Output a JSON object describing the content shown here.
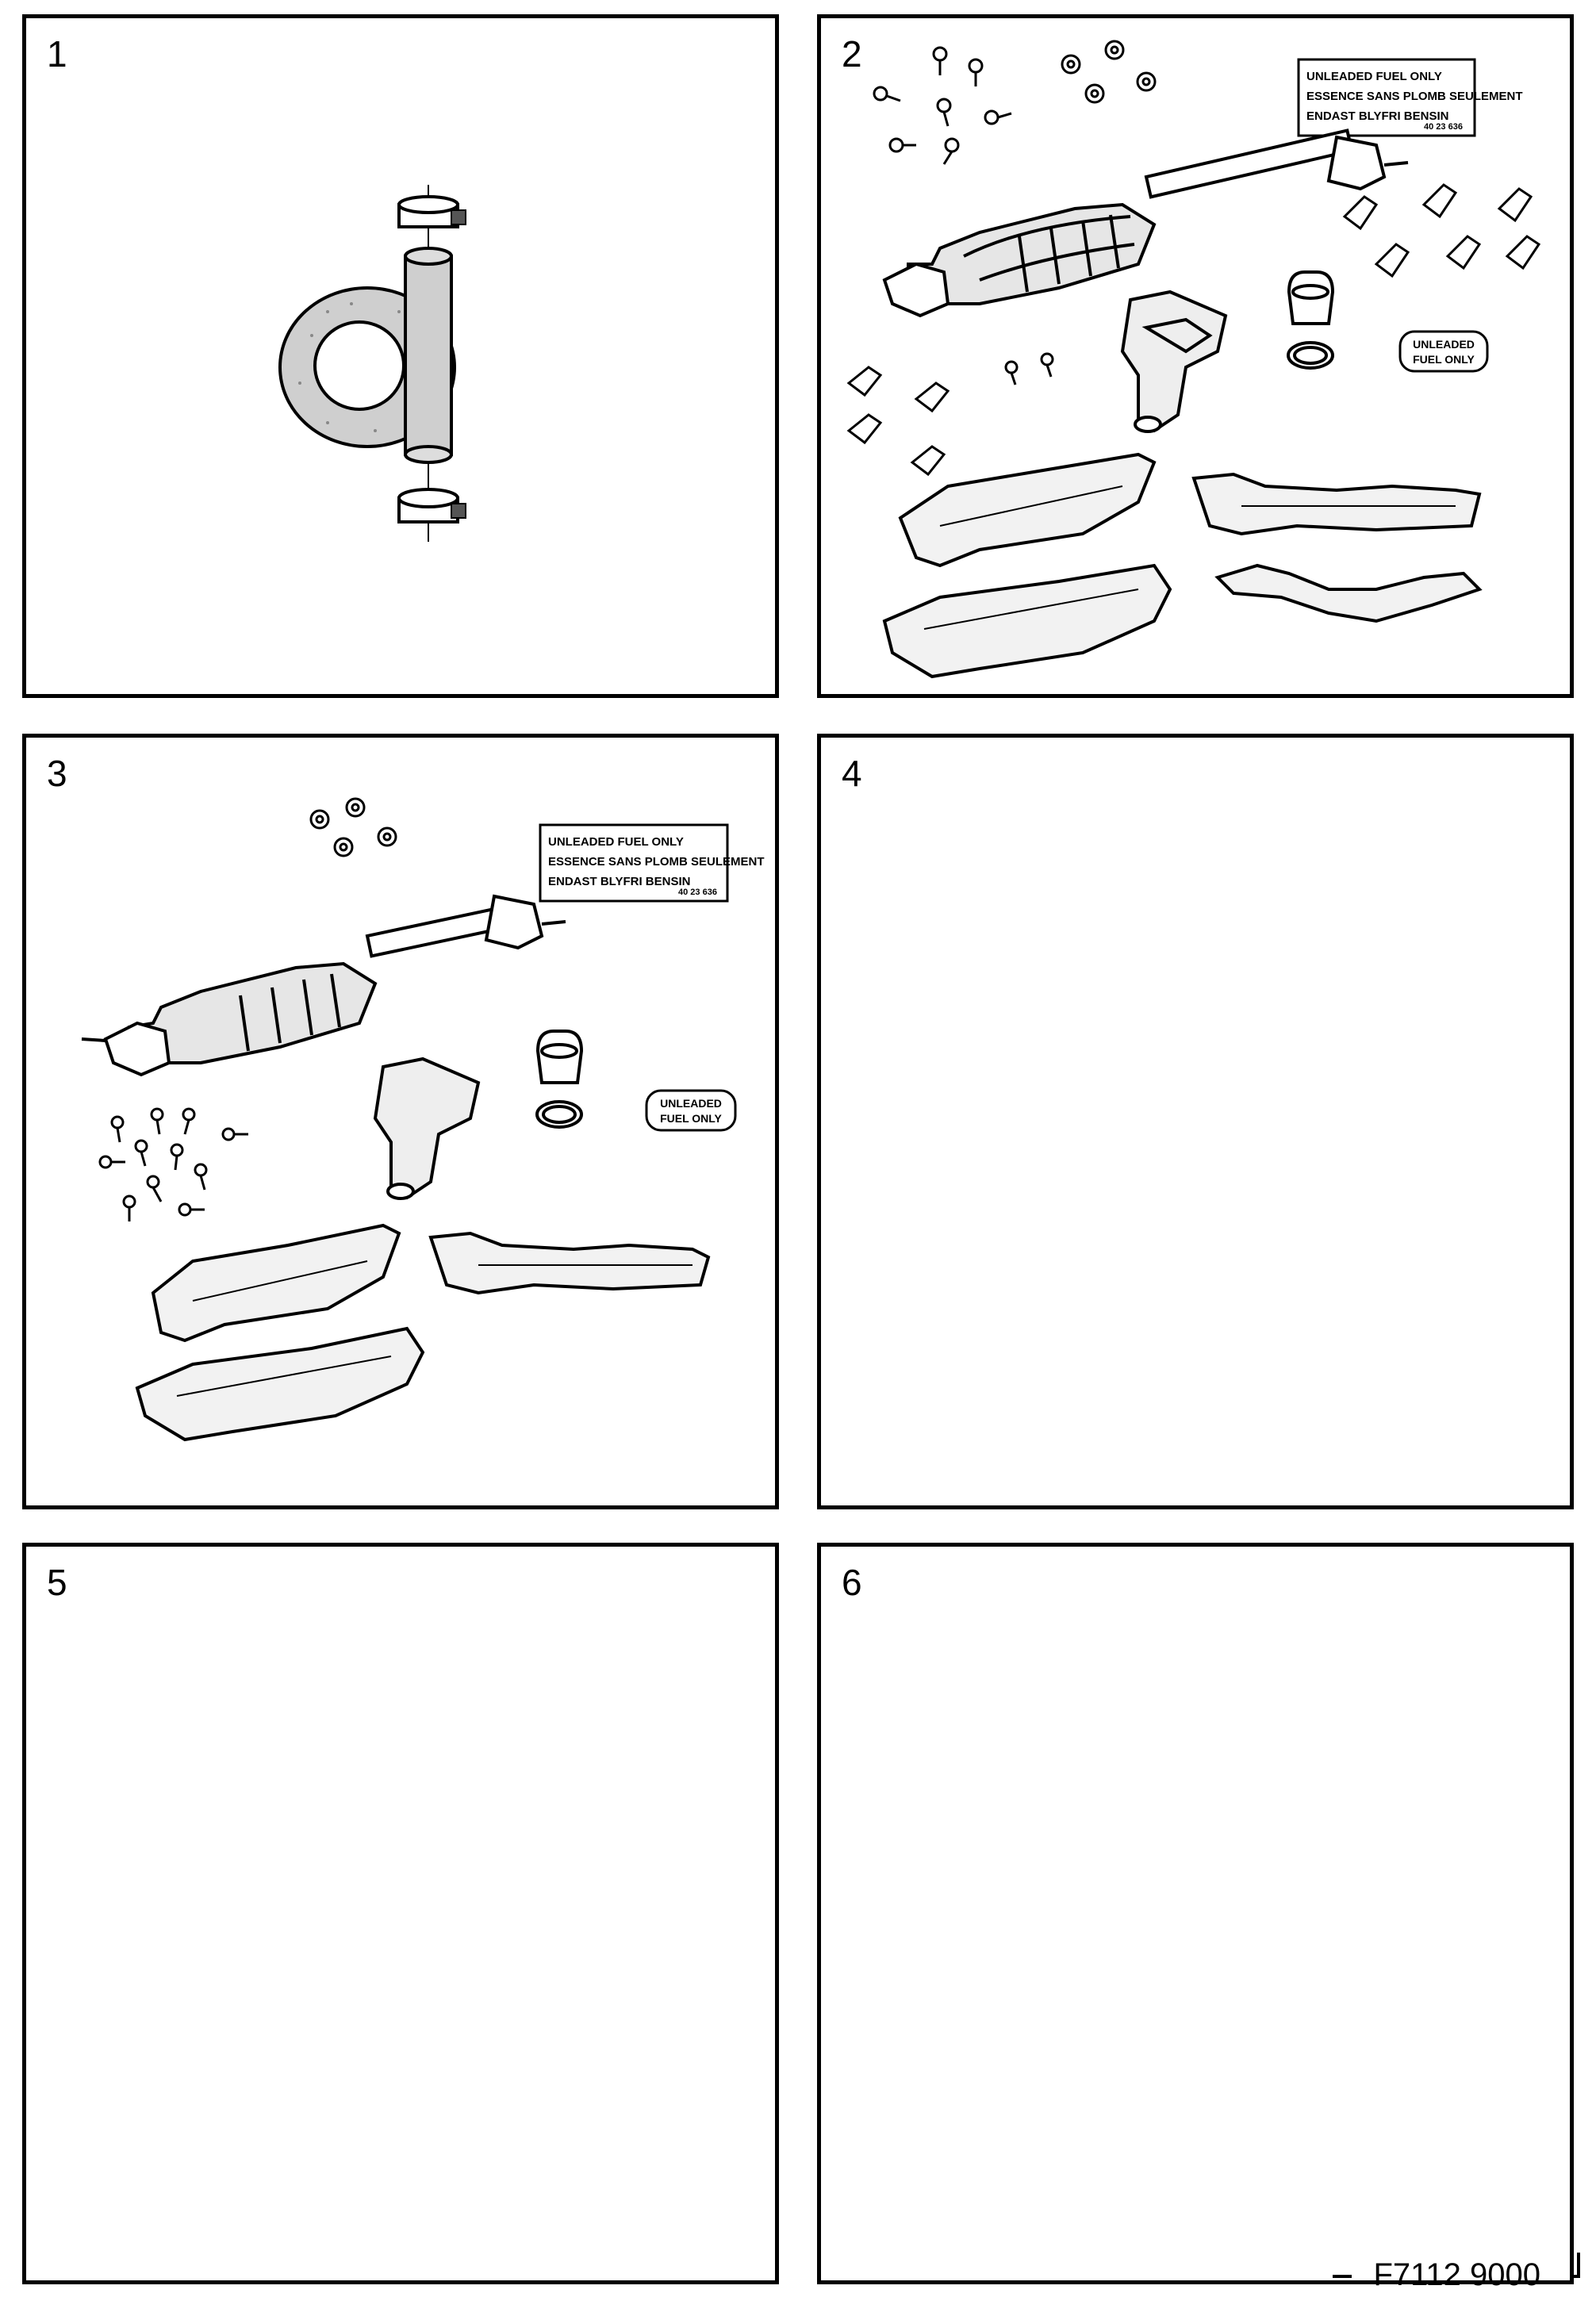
{
  "panels": [
    {
      "number": "1"
    },
    {
      "number": "2",
      "decal": [
        "UNLEADED FUEL ONLY",
        "ESSENCE SANS PLOMB SEULEMENT",
        "ENDAST BLYFRI BENSIN"
      ],
      "decal_code": "40 23 636",
      "tag": [
        "UNLEADED",
        "FUEL ONLY"
      ]
    },
    {
      "number": "3",
      "decal": [
        "UNLEADED FUEL ONLY",
        "ESSENCE SANS PLOMB SEULEMENT",
        "ENDAST BLYFRI BENSIN"
      ],
      "decal_code": "40 23 636",
      "tag": [
        "UNLEADED",
        "FUEL ONLY"
      ]
    },
    {
      "number": "4"
    },
    {
      "number": "5"
    },
    {
      "number": "6"
    }
  ],
  "footer": {
    "code": "F7112 9000"
  }
}
